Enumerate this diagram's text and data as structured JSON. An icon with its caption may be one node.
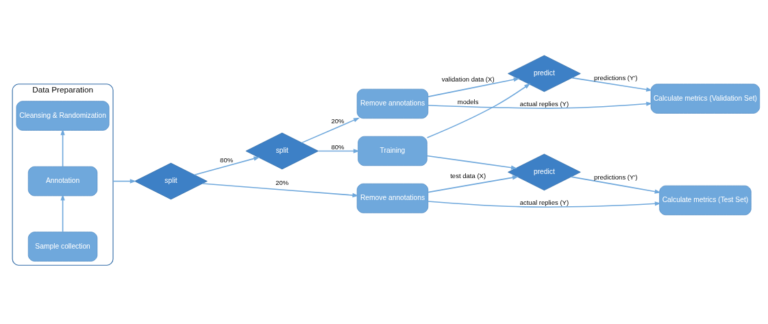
{
  "diagram": {
    "nodes": [
      {
        "text": [
          "Data Preparation"
        ]
      },
      {
        "text": [
          "Sample collection"
        ],
        "in": 0
      },
      {
        "text": [
          "Annotation"
        ],
        "in": 0
      },
      {
        "text": [
          "Cleansing & Randomization"
        ],
        "in": 0
      },
      {
        "text": [
          "split"
        ]
      },
      {
        "text": [
          "split"
        ]
      },
      {
        "text": [
          "Remove annotations"
        ]
      },
      {
        "text": [
          "Training"
        ]
      },
      {
        "text": [
          "Remove annotations"
        ]
      },
      {
        "text": [
          "predict"
        ]
      },
      {
        "text": [
          "predict"
        ]
      },
      {
        "text": [
          "Calculate metrics (Validation Set)"
        ]
      },
      {
        "text": [
          "Calculate metrics (Test Set)"
        ]
      }
    ],
    "edges": [
      {
        "from": 1,
        "to": 2,
        "arrow": "to"
      },
      {
        "from": 2,
        "to": 3,
        "arrow": "to"
      },
      {
        "from": 0,
        "to": 4,
        "arrow": "to"
      },
      {
        "from": 4,
        "to": 5,
        "arrow": "to",
        "label": "80%"
      },
      {
        "from": 4,
        "to": 8,
        "arrow": "to",
        "label": "20%"
      },
      {
        "from": 5,
        "to": 6,
        "arrow": "to",
        "label": "20%"
      },
      {
        "from": 5,
        "to": 7,
        "arrow": "to",
        "label": "80%"
      },
      {
        "from": 6,
        "to": 11,
        "arrow": "to",
        "label": "actual replies (Y)"
      },
      {
        "from": 6,
        "to": 9,
        "arrow": "to",
        "label": "validation data (X)"
      },
      {
        "from": 7,
        "to": 9,
        "arrow": "to",
        "label": "models"
      },
      {
        "from": 7,
        "to": 10,
        "arrow": "to"
      },
      {
        "from": 8,
        "to": 10,
        "arrow": "to",
        "label": "test data (X)"
      },
      {
        "from": 8,
        "to": 12,
        "arrow": "to",
        "label": "actual replies (Y)"
      },
      {
        "from": 9,
        "to": 11,
        "arrow": "to",
        "label": "predictions (Y')"
      },
      {
        "from": 10,
        "to": 12,
        "arrow": "to",
        "label": "predictions (Y')"
      }
    ]
  }
}
